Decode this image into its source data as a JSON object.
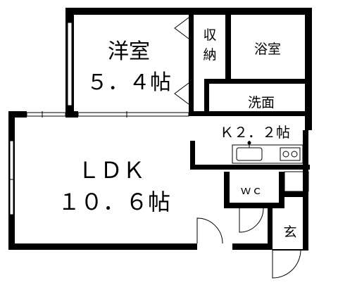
{
  "floor_plan": {
    "rooms": {
      "western_room": {
        "name": "洋室",
        "size": "５．４帖"
      },
      "storage": {
        "line1": "収",
        "line2": "納"
      },
      "bathroom": {
        "name": "浴室"
      },
      "washroom": {
        "name": "洗面"
      },
      "kitchen": {
        "label": "Ｋ２．２帖"
      },
      "ldk": {
        "name": "ＬＤＫ",
        "size": "１０．６帖"
      },
      "toilet": {
        "name": "ｗｃ"
      },
      "entrance": {
        "name": "玄"
      }
    },
    "colors": {
      "wall": "#000000",
      "background": "#ffffff"
    }
  }
}
